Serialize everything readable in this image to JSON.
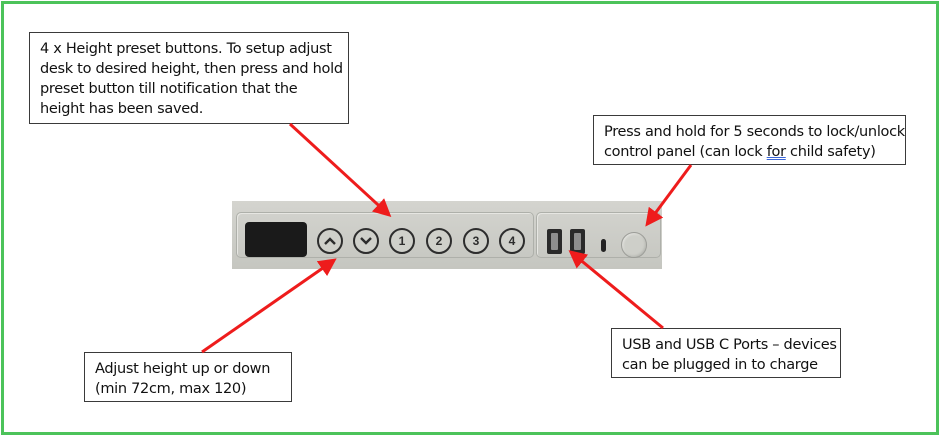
{
  "callouts": {
    "presets": {
      "lines": [
        "4 x Height preset buttons. To setup adjust",
        "desk to desired height, then press and hold",
        "preset button till notification that the",
        "height has been saved."
      ]
    },
    "lock": {
      "line1": "Press and hold for 5 seconds to lock/unlock",
      "line2_before": "control panel (can lock ",
      "line2_underlined": "for",
      "line2_after": " child safety)"
    },
    "adjust": {
      "lines": [
        "Adjust height up or down",
        "(min 72cm, max 120)"
      ]
    },
    "usb": {
      "lines": [
        "USB and USB C Ports – devices",
        "can be plugged in to charge"
      ]
    }
  },
  "panel": {
    "buttons": [
      {
        "name": "up",
        "icon": "chevron-up-icon"
      },
      {
        "name": "down",
        "icon": "chevron-down-icon"
      },
      {
        "name": "preset-1",
        "label": "1"
      },
      {
        "name": "preset-2",
        "label": "2"
      },
      {
        "name": "preset-3",
        "label": "3"
      },
      {
        "name": "preset-4",
        "label": "4"
      }
    ],
    "ports": [
      "USB-A",
      "USB-A",
      "USB-C"
    ]
  },
  "colors": {
    "frame": "#4cc35a",
    "arrow": "#ee1c1c",
    "underline": "#3a66d8"
  }
}
